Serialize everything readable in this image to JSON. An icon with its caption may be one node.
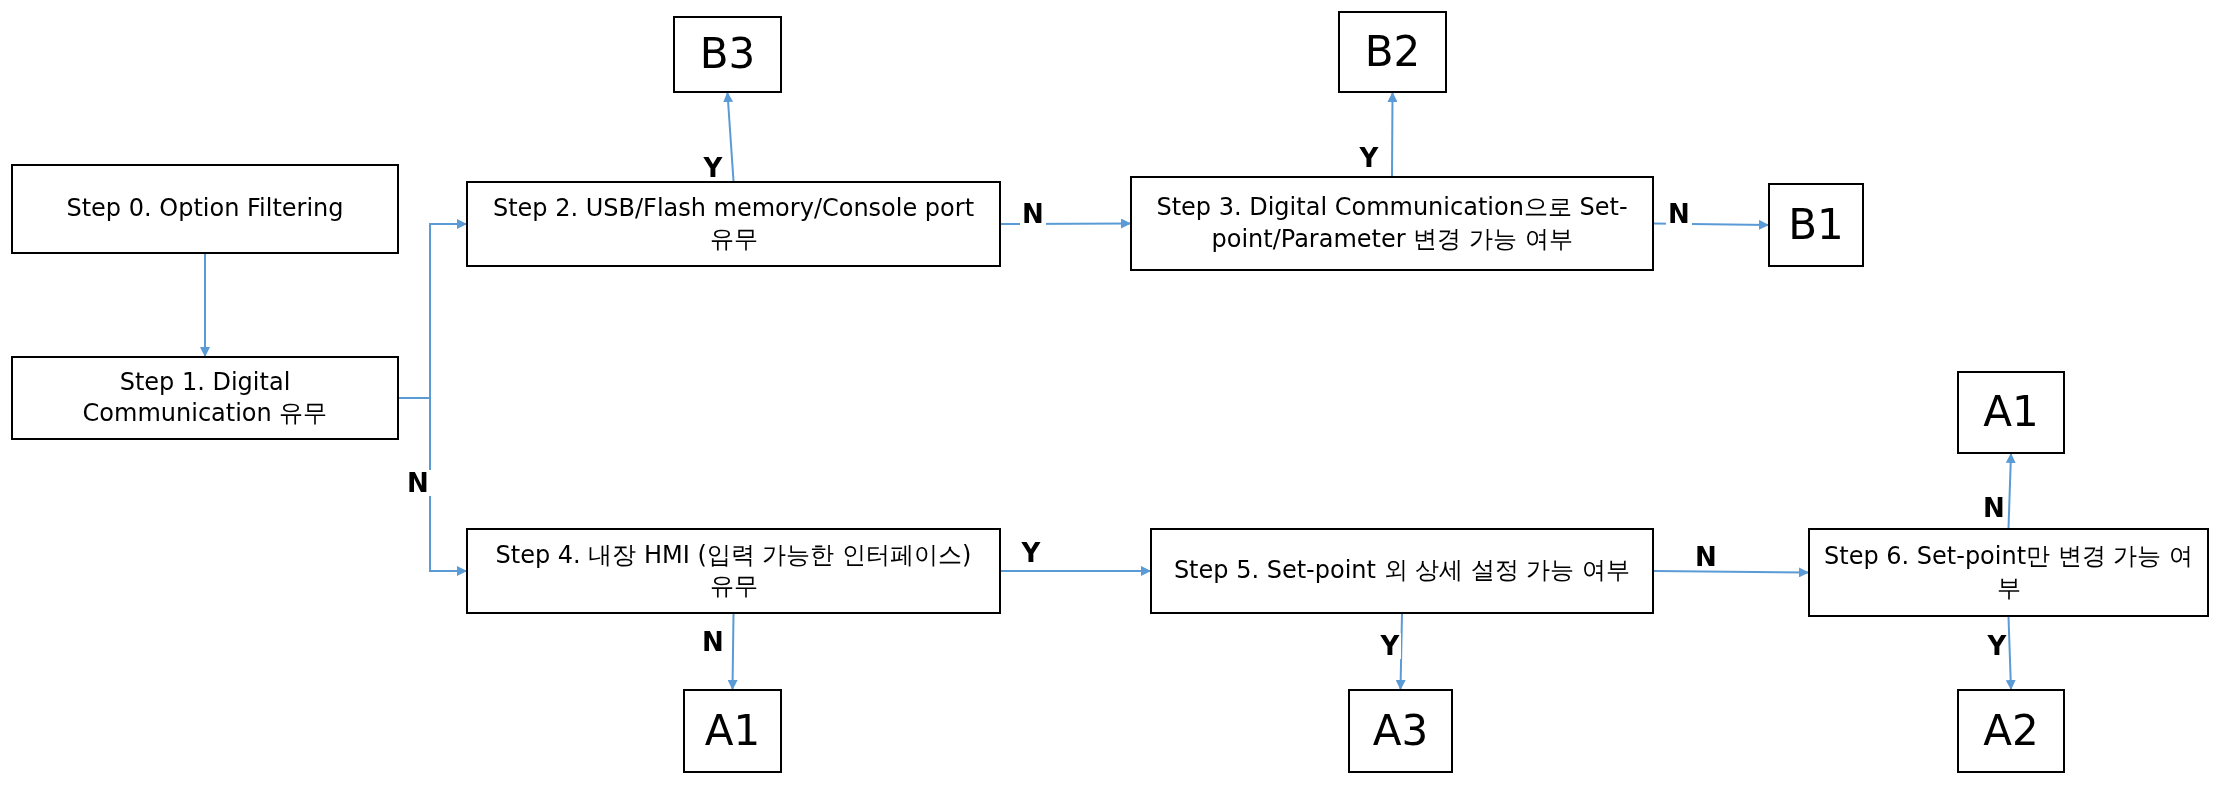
{
  "diagram": {
    "nodes": [
      {
        "text": [
          "Step 0. Option Filtering"
        ]
      },
      {
        "text": [
          "Step 1. Digital Communication 유무"
        ]
      },
      {
        "text": [
          "Step 2. USB/Flash memory/Console port 유무"
        ]
      },
      {
        "text": [
          "B3"
        ]
      },
      {
        "text": [
          "Step 3. Digital Communication으로 Set-point/Parameter 변경 가능 여부"
        ]
      },
      {
        "text": [
          "B2"
        ]
      },
      {
        "text": [
          "B1"
        ]
      },
      {
        "text": [
          "Step 4. 내장 HMI (입력 가능한 인터페이스) 유무"
        ]
      },
      {
        "text": [
          "A1"
        ]
      },
      {
        "text": [
          "Step 5. Set-point 외 상세 설정 가능 여부"
        ]
      },
      {
        "text": [
          "A3"
        ]
      },
      {
        "text": [
          "Step 6. Set-point만 변경 가능 여부"
        ]
      },
      {
        "text": [
          "A1"
        ]
      },
      {
        "text": [
          "A2"
        ]
      }
    ],
    "edges": [
      {
        "from": 0,
        "to": 1,
        "arrow": "to"
      },
      {
        "from": 1,
        "to": 2,
        "arrow": "to"
      },
      {
        "from": 1,
        "to": 7,
        "arrow": "to",
        "label": "N"
      },
      {
        "from": 2,
        "to": 3,
        "arrow": "to",
        "label": "Y"
      },
      {
        "from": 2,
        "to": 4,
        "arrow": "to",
        "label": "N"
      },
      {
        "from": 4,
        "to": 5,
        "arrow": "to",
        "label": "Y"
      },
      {
        "from": 4,
        "to": 6,
        "arrow": "to",
        "label": "N"
      },
      {
        "from": 7,
        "to": 8,
        "arrow": "to",
        "label": "N"
      },
      {
        "from": 7,
        "to": 9,
        "arrow": "to",
        "label": "Y"
      },
      {
        "from": 9,
        "to": 10,
        "arrow": "to",
        "label": "Y"
      },
      {
        "from": 9,
        "to": 11,
        "arrow": "to",
        "label": "N"
      },
      {
        "from": 11,
        "to": 12,
        "arrow": "to",
        "label": "N"
      },
      {
        "from": 11,
        "to": 13,
        "arrow": "to",
        "label": "Y"
      }
    ]
  }
}
